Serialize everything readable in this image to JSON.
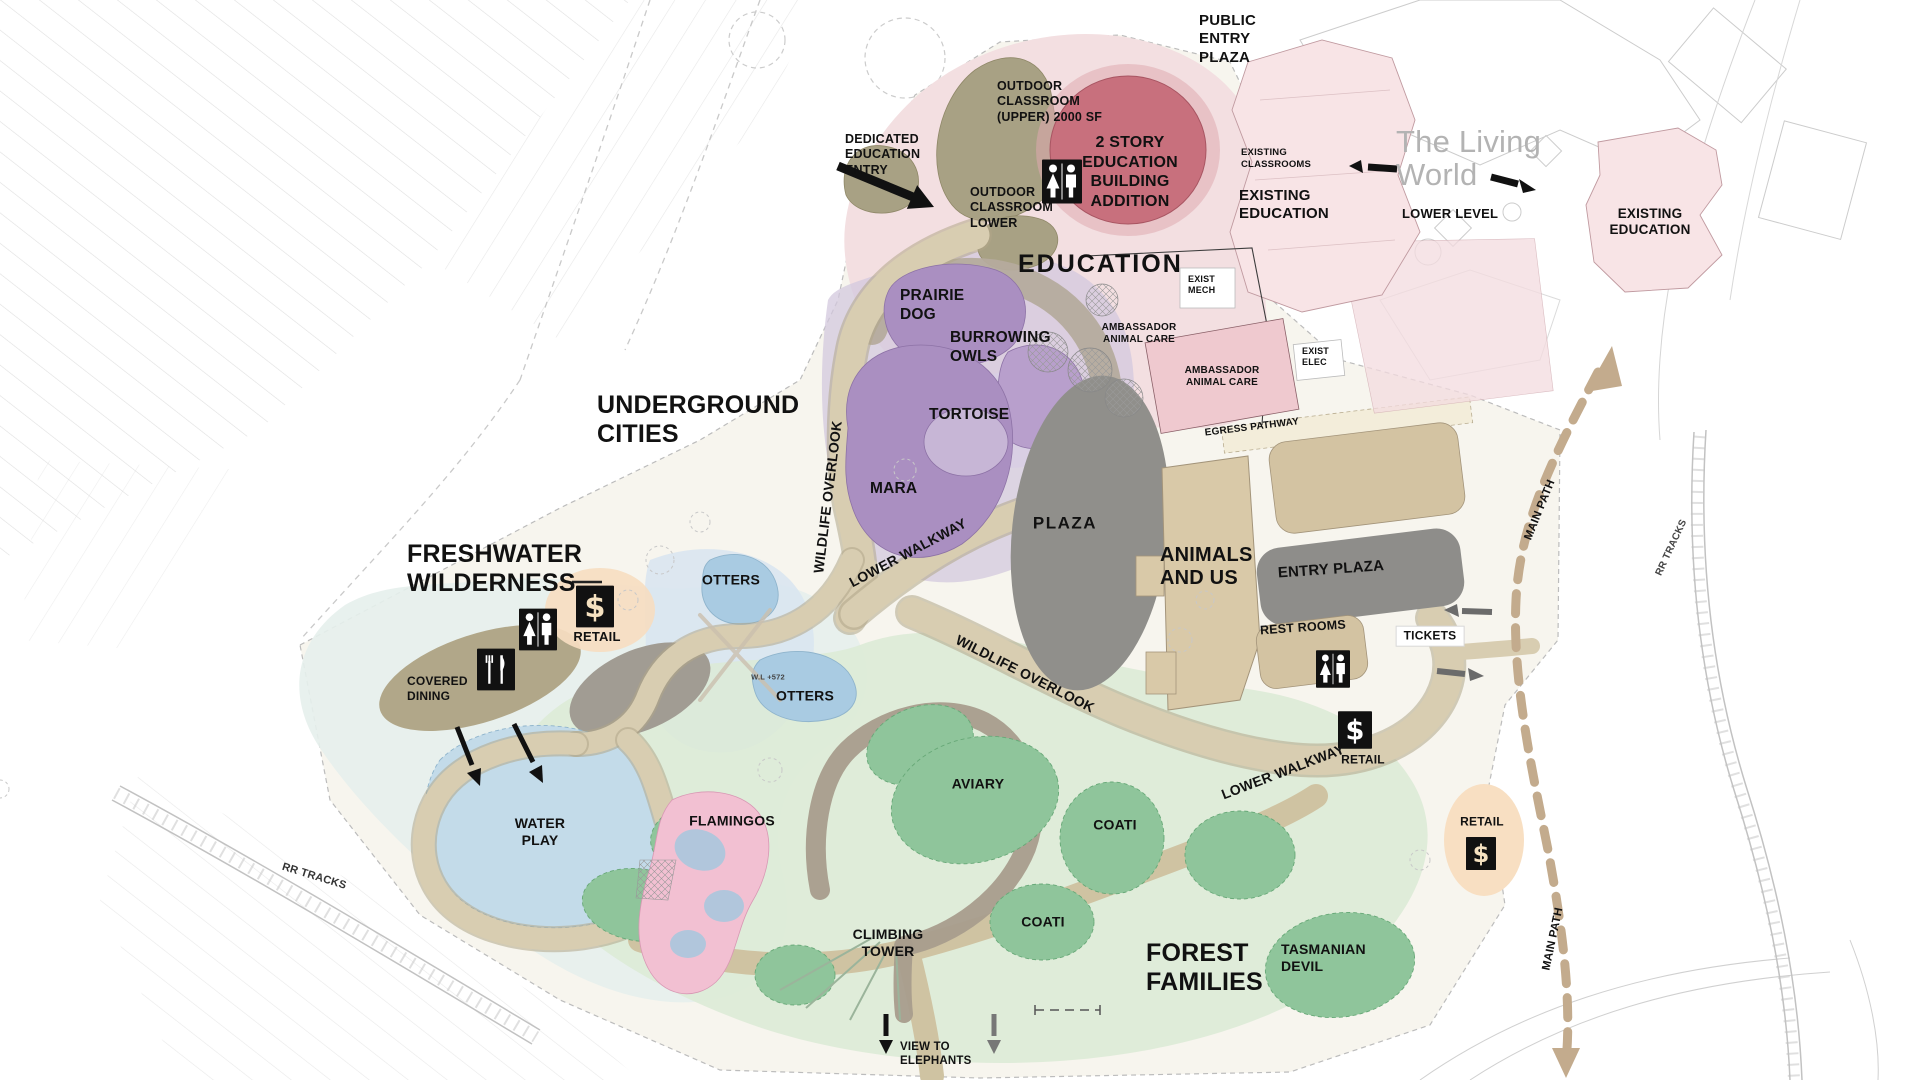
{
  "labels": {
    "public_entry_plaza": "PUBLIC ENTRY PLAZA",
    "dedicated_education_entry": "DEDICATED EDUCATION ENTRY",
    "outdoor_classroom_upper": "OUTDOOR CLASSROOM (UPPER) 2000 SF",
    "outdoor_classroom_lower": "OUTDOOR CLASSROOM LOWER",
    "education_building_addition": "2 STORY EDUCATION BUILDING ADDITION",
    "existing_classrooms": "EXISTING CLASSROOMS",
    "existing_education_left": "EXISTING EDUCATION",
    "existing_education_right": "EXISTING EDUCATION",
    "the_living_world": "The Living World",
    "lower_level": "LOWER LEVEL",
    "education": "EDUCATION",
    "exist_mech": "EXIST MECH",
    "exist_elec": "EXIST ELEC",
    "ambassador_animal_care_upper": "AMBASSADOR ANIMAL CARE",
    "ambassador_animal_care_lower": "AMBASSADOR ANIMAL CARE",
    "egress_pathway": "EGRESS PATHWAY",
    "underground_cities": "UNDERGROUND CITIES",
    "prairie_dog": "PRAIRIE DOG",
    "burrowing_owls": "BURROWING OWLS",
    "tortoise": "TORTOISE",
    "mara": "MARA",
    "wildlife_overlook_west": "WILDLIFE OVERLOOK",
    "lower_walkway_north": "LOWER WALKWAY",
    "plaza": "PLAZA",
    "freshwater_wilderness": "FRESHWATER WILDERNESS",
    "otters_north": "OTTERS",
    "otters_south": "OTTERS",
    "water_level": "W.L +572",
    "covered_dining": "COVERED DINING",
    "retail_freshwater": "RETAIL",
    "water_play": "WATER PLAY",
    "flamingos": "FLAMINGOS",
    "animals_and_us": "ANIMALS AND US",
    "entry_plaza": "ENTRY PLAZA",
    "rest_rooms": "REST ROOMS",
    "tickets": "TICKETS",
    "retail_walkway": "RETAIL",
    "retail_southeast": "RETAIL",
    "wildlife_overlook_south": "WILDLIFE OVERLOOK",
    "lower_walkway_south": "LOWER WALKWAY",
    "aviary": "AVIARY",
    "coati_north": "COATI",
    "coati_south": "COATI",
    "climbing_tower": "CLIMBING TOWER",
    "tasmanian_devil": "TASMANIAN DEVIL",
    "forest_families": "FOREST FAMILIES",
    "view_to_elephants": "VIEW TO ELEPHANTS",
    "rr_tracks_west": "RR TRACKS",
    "rr_tracks_east": "RR TRACKS",
    "main_path_north": "MAIN PATH",
    "main_path_south": "MAIN PATH",
    "dollar_sign": "$"
  },
  "colors": {
    "education_building": "#c8707d",
    "education_zone": "#f3dfe1",
    "existing_building_pink": "#f8e4e6",
    "exhibit_purple": "#aa8fc1",
    "plaza_gray": "#908f8b",
    "path_tan": "#d8cdb1",
    "water_blue": "#c3dbe9",
    "forest_green": "#8fc59b",
    "flamingo_pink": "#f2c0d2",
    "retail_peach": "#f6ddc1",
    "olive_classroom": "#a8a184",
    "icon_black": "#111111",
    "main_path_dash": "#c3ab8d",
    "living_world_gray": "#b3b3b3"
  }
}
